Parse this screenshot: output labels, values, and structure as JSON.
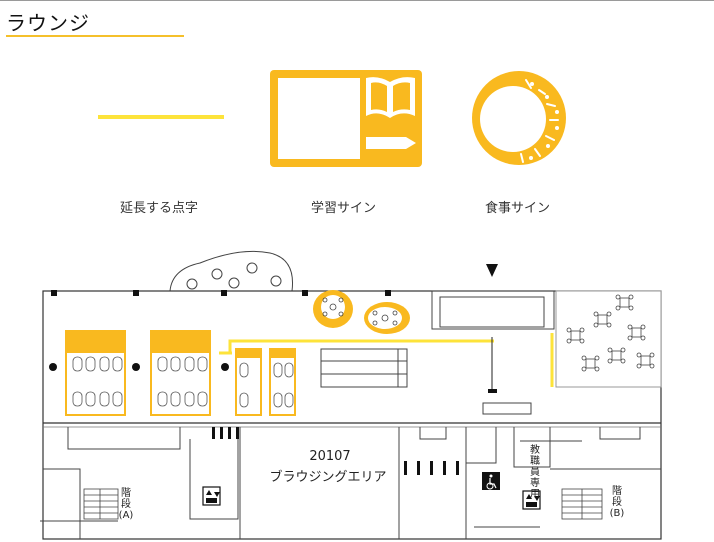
{
  "page": {
    "title": "ラウンジ"
  },
  "legend": {
    "braille_label": "延長する点字",
    "study_label": "学習サイン",
    "dining_label": "食事サイン"
  },
  "map": {
    "room_name_number": "20107",
    "room_name": "ブラウジングエリア",
    "stair_a": {
      "line1": "階",
      "line2": "段",
      "line3": "(A)"
    },
    "stair_b": {
      "line1": "階",
      "line2": "段",
      "line3": "(B)"
    },
    "staff_elevator": {
      "line1": "教",
      "line2": "職",
      "line3": "員",
      "line4": "専",
      "line5": "用"
    }
  },
  "colors": {
    "accent_yellow": "#f9b91f",
    "braille_yellow": "#fde33a",
    "rule_yellow": "#f5c02b"
  }
}
